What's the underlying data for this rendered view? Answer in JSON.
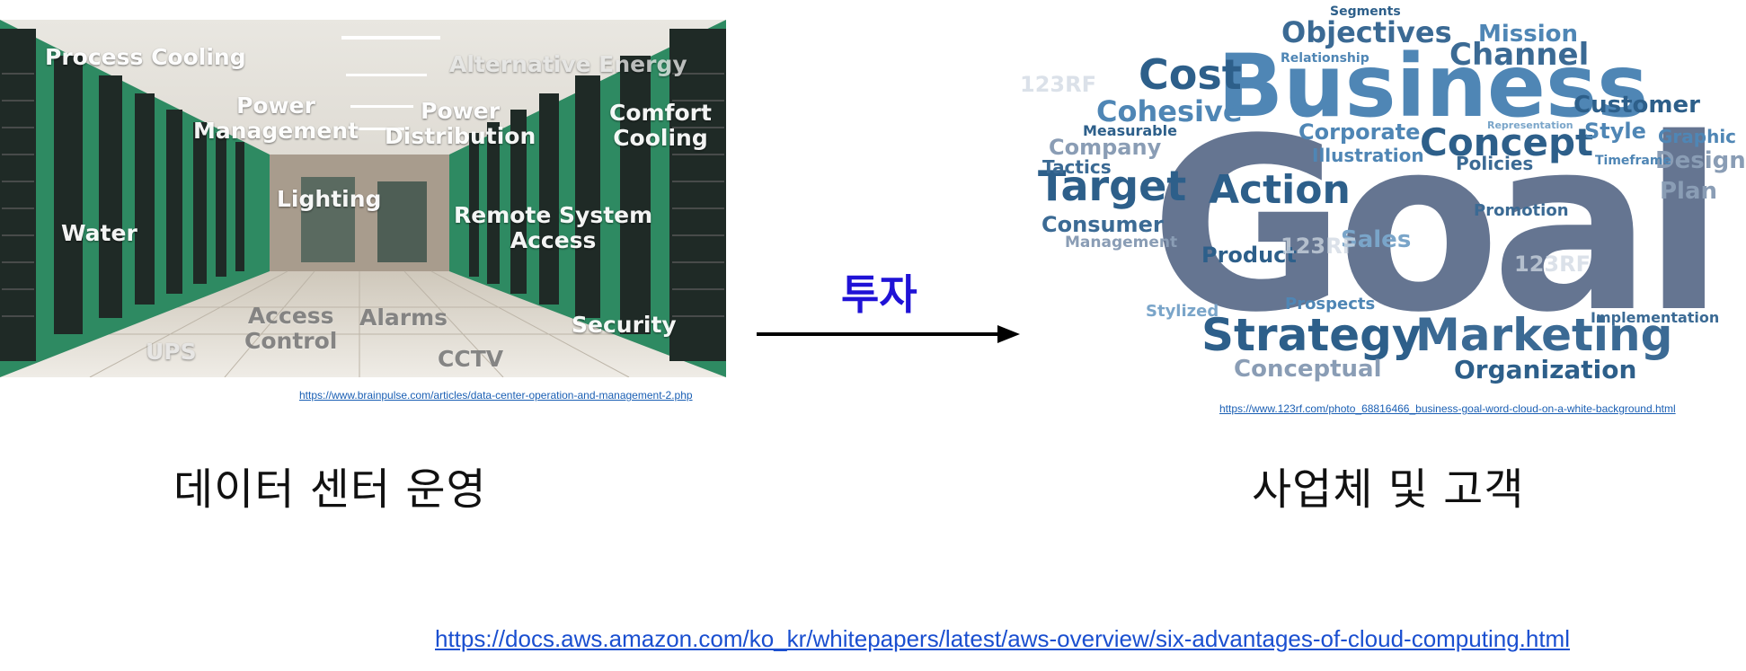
{
  "left_image": {
    "labels": [
      "Process Cooling",
      "Alternative Energy",
      "Power\nManagement",
      "Power\nDistribution",
      "Comfort\nCooling",
      "Lighting",
      "Water",
      "Remote System\nAccess",
      "Access\nControl",
      "Alarms",
      "Security",
      "UPS",
      "CCTV"
    ],
    "source_url": "https://www.brainpulse.com/articles/data-center-operation-and-management-2.php",
    "caption": "데이터 센터 운영"
  },
  "arrow": {
    "label": "투자",
    "label_color": "#1f12d6"
  },
  "right_image": {
    "words": [
      "Goal",
      "Business",
      "Strategy",
      "Marketing",
      "Cost",
      "Objectives",
      "Mission",
      "Channel",
      "Cohesive",
      "Customer",
      "Target",
      "Action",
      "Concept",
      "Corporate",
      "Illustration",
      "Company",
      "Tactics",
      "Consumer",
      "Management",
      "Product",
      "Sales",
      "Organization",
      "Conceptual",
      "Prospects",
      "Policies",
      "Graphic",
      "Design",
      "Plan",
      "Style",
      "Stylized",
      "Promotion",
      "Implementation",
      "Timeframe",
      "Segments",
      "Measurable",
      "Relationship",
      "Representation"
    ],
    "watermark": "123RF",
    "source_url": "https://www.123rf.com/photo_68816466_business-goal-word-cloud-on-a-white-background.html",
    "caption": "사업체 및 고객"
  },
  "footer": {
    "link": "https://docs.aws.amazon.com/ko_kr/whitepapers/latest/aws-overview/six-advantages-of-cloud-computing.html"
  }
}
